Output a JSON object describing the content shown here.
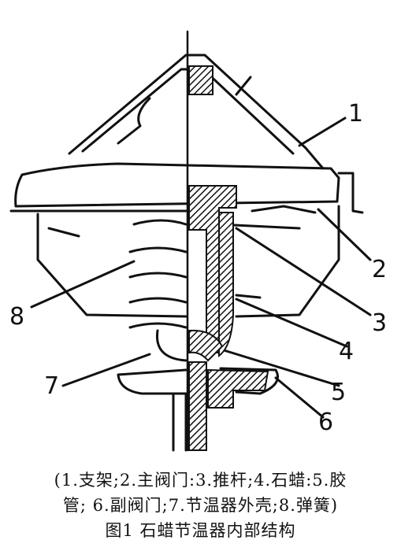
{
  "figure": {
    "callouts": [
      "1",
      "2",
      "3",
      "4",
      "5",
      "6",
      "7",
      "8"
    ]
  },
  "caption": {
    "legend_line1": "(1.支架;2.主阀门:3.推杆;4.石蜡:5.胶",
    "legend_line2": "管;  6.副阀门;7.节温器外壳;8.弹簧)",
    "title": "图1  石蜡节温器内部结构"
  },
  "colors": {
    "ink": "#111111",
    "background": "#ffffff"
  }
}
